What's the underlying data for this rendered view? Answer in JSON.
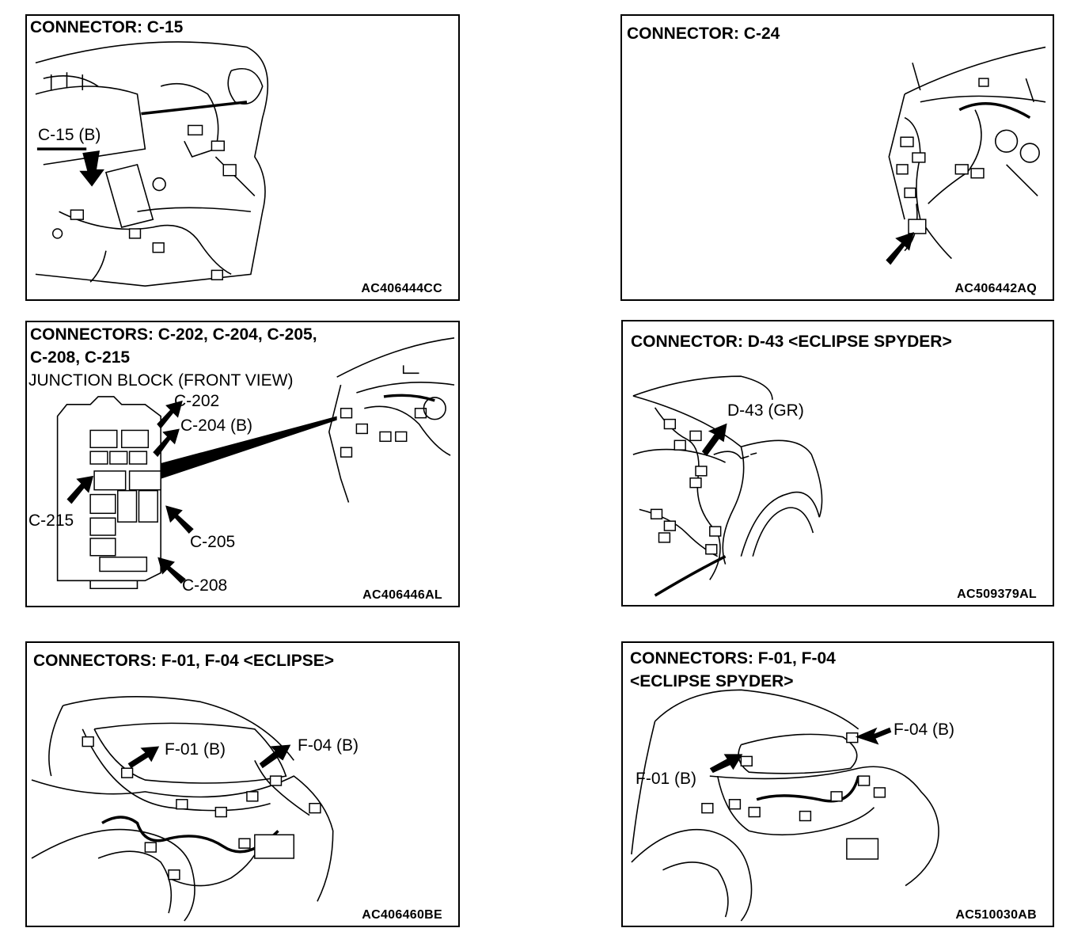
{
  "panels": [
    {
      "id": "c15",
      "title": "CONNECTOR: C-15",
      "labels": [
        "C-15 (B)"
      ],
      "code": "AC406444CC"
    },
    {
      "id": "c24",
      "title": "CONNECTOR: C-24",
      "labels": [],
      "code": "AC406442AQ"
    },
    {
      "id": "jb",
      "title_line1": "CONNECTORS: C-202, C-204, C-205,",
      "title_line2": "C-208, C-215",
      "subtitle": "JUNCTION BLOCK (FRONT VIEW)",
      "labels": [
        "C-202",
        "C-204 (B)",
        "C-215",
        "C-205",
        "C-208"
      ],
      "code": "AC406446AL"
    },
    {
      "id": "d43",
      "title": "CONNECTOR: D-43 <ECLIPSE SPYDER>",
      "labels": [
        "D-43 (GR)"
      ],
      "code": "AC509379AL"
    },
    {
      "id": "f01eclipse",
      "title": "CONNECTORS: F-01, F-04 <ECLIPSE>",
      "labels": [
        "F-01 (B)",
        "F-04 (B)"
      ],
      "code": "AC406460BE"
    },
    {
      "id": "f01spyder",
      "title_line1": "CONNECTORS: F-01, F-04",
      "title_line2": "<ECLIPSE SPYDER>",
      "labels": [
        "F-04 (B)",
        "F-01 (B)"
      ],
      "code": "AC510030AB"
    }
  ]
}
